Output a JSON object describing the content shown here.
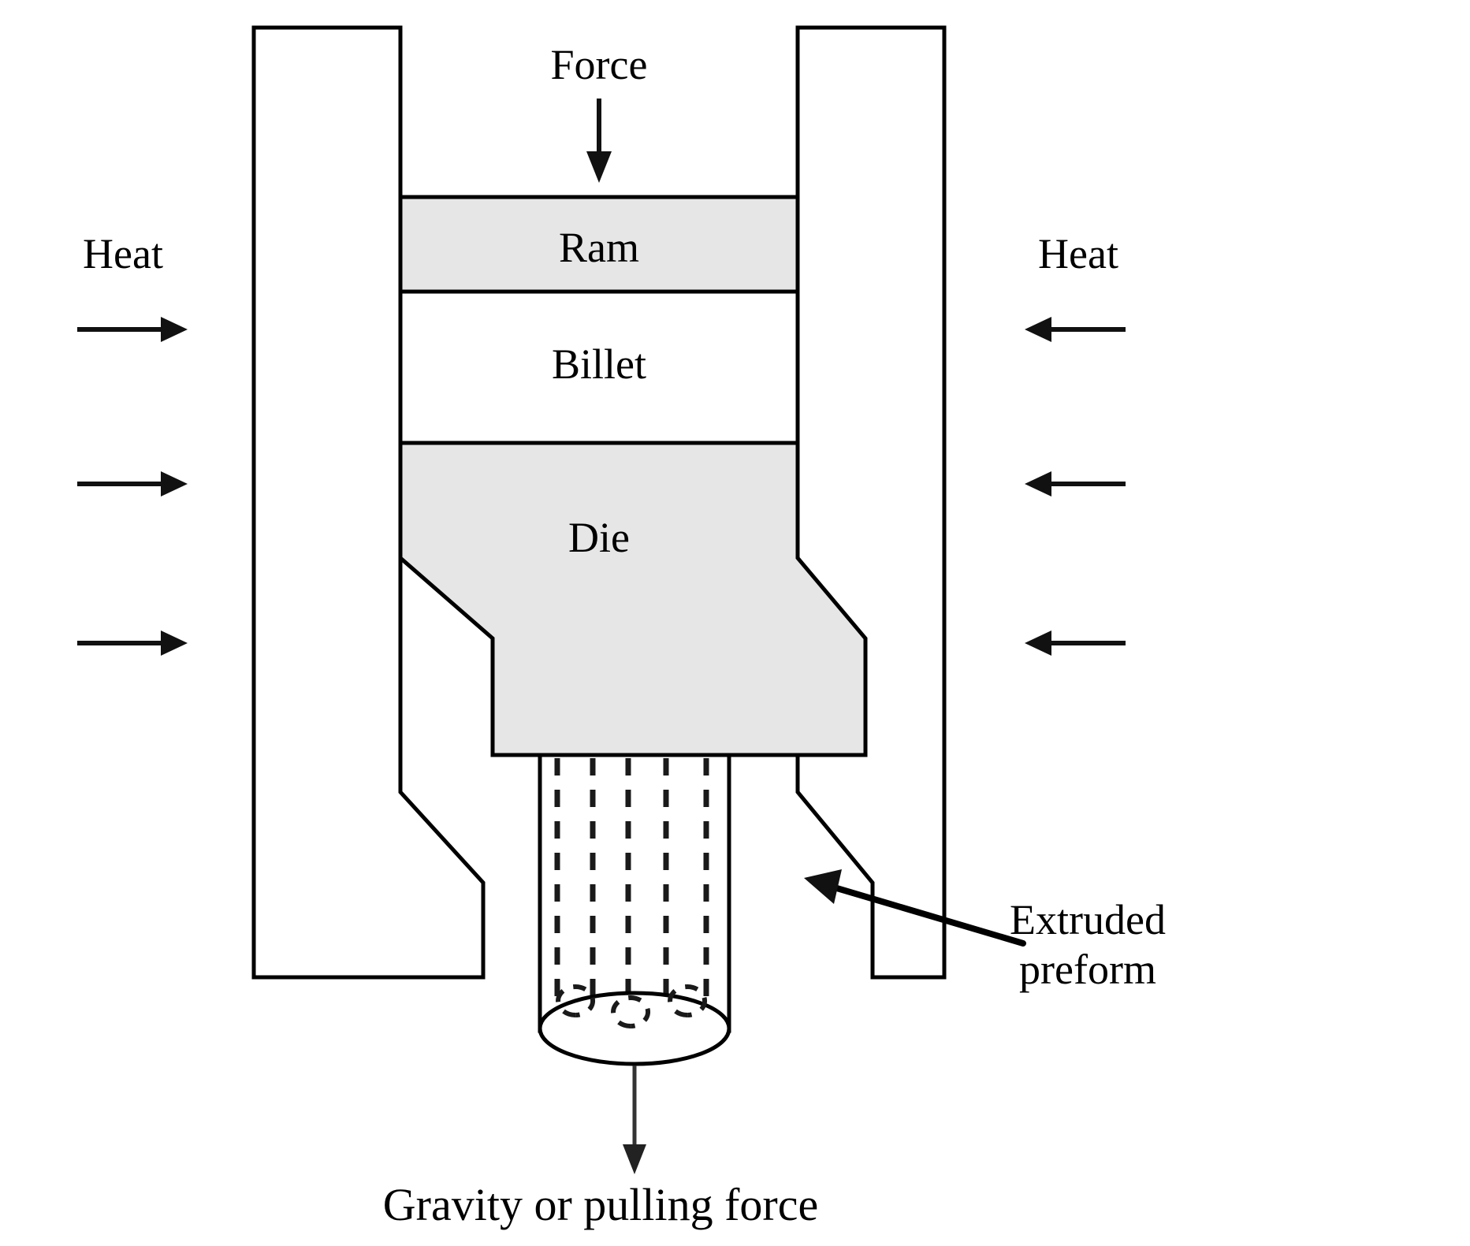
{
  "figure": {
    "title": "Hot extrusion process schematic",
    "background_color": "#ffffff",
    "line_color": "#000000",
    "fill_gray": "#e6e6e6",
    "fill_white": "#ffffff"
  },
  "labels": {
    "force": "Force",
    "ram": "Ram",
    "billet": "Billet",
    "die": "Die",
    "heat_left": "Heat",
    "heat_right": "Heat",
    "extruded_preform_line1": "Extruded",
    "extruded_preform_line2": "preform",
    "gravity": "Gravity or pulling force"
  },
  "components": [
    {
      "name": "container-wall-left",
      "fill": "#ffffff",
      "label": ""
    },
    {
      "name": "container-wall-right",
      "fill": "#ffffff",
      "label": ""
    },
    {
      "name": "ram-block",
      "fill": "#e6e6e6",
      "label": "Ram"
    },
    {
      "name": "billet-block",
      "fill": "#ffffff",
      "label": "Billet"
    },
    {
      "name": "die-block",
      "fill": "#e6e6e6",
      "label": "Die"
    },
    {
      "name": "extruded-rod",
      "fill": "#ffffff",
      "label": ""
    },
    {
      "name": "rod-end-ellipse",
      "fill": "#ffffff",
      "label": ""
    }
  ],
  "arrows": {
    "force_direction": "down",
    "gravity_direction": "down",
    "heat_left_count": 3,
    "heat_left_direction": "right",
    "heat_right_count": 3,
    "heat_right_direction": "left",
    "callout_direction": "up-left"
  }
}
